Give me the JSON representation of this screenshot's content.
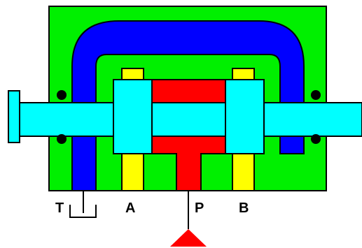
{
  "ports": {
    "tank": "T",
    "a": "A",
    "pressure": "P",
    "b": "B"
  },
  "colors": {
    "body": "#00f000",
    "tank_passage": "#0000ff",
    "pressure_chamber": "#ff0000",
    "spool": "#00ffff",
    "work_ports": "#ffff00",
    "outline": "#000000",
    "pump_symbol": "#ff0000"
  }
}
